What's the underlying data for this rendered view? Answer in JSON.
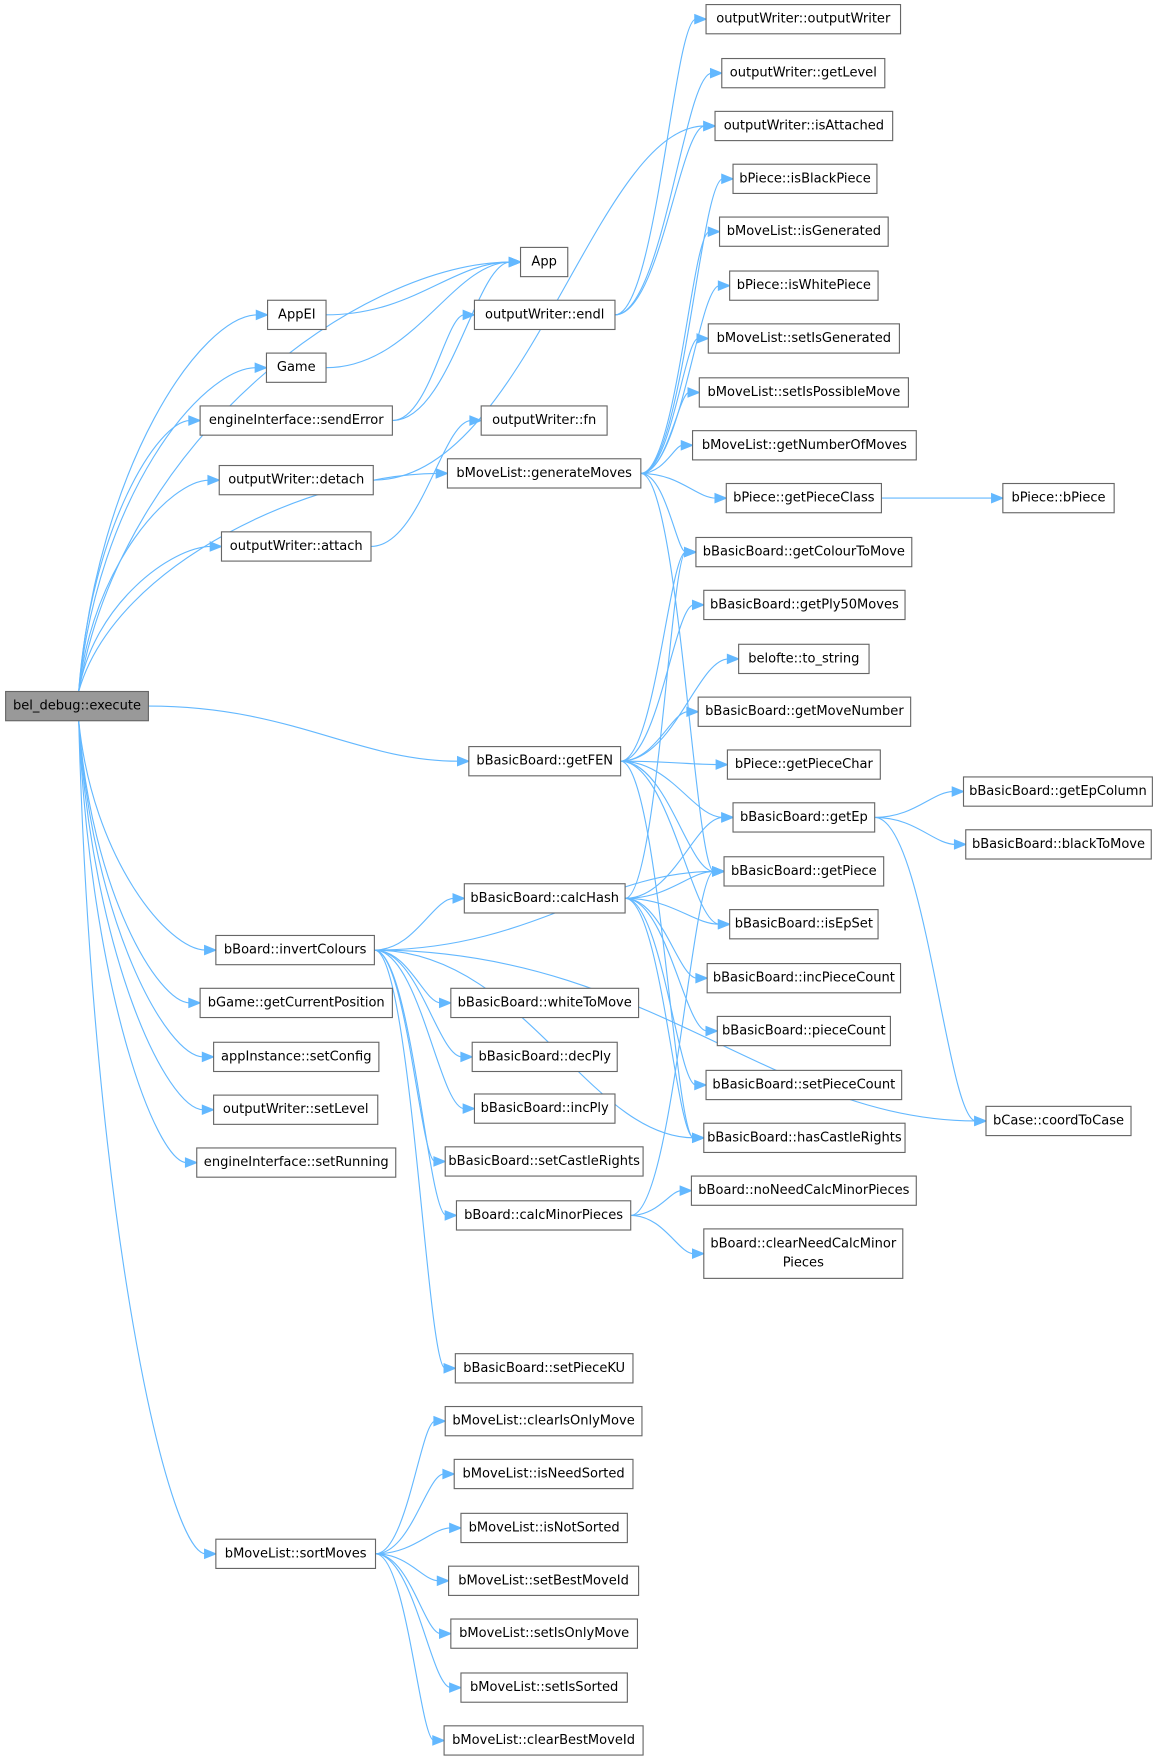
{
  "graph": {
    "root": "execute",
    "colors": {
      "edge": "#63b8ff",
      "root_fill": "#999999",
      "node_border": "#666666"
    },
    "nodes": {
      "execute": {
        "lines": [
          "bel_debug::execute"
        ]
      },
      "App": {
        "lines": [
          "App"
        ]
      },
      "AppEI": {
        "lines": [
          "AppEI"
        ]
      },
      "Game": {
        "lines": [
          "Game"
        ]
      },
      "sendError": {
        "lines": [
          "engineInterface::sendError"
        ]
      },
      "endl": {
        "lines": [
          "outputWriter::endl"
        ]
      },
      "fn": {
        "lines": [
          "outputWriter::fn"
        ]
      },
      "detach": {
        "lines": [
          "outputWriter::detach"
        ]
      },
      "attach": {
        "lines": [
          "outputWriter::attach"
        ]
      },
      "generateMoves": {
        "lines": [
          "bMoveList::generateMoves"
        ]
      },
      "outputWriter": {
        "lines": [
          "outputWriter::outputWriter"
        ]
      },
      "getLevel": {
        "lines": [
          "outputWriter::getLevel"
        ]
      },
      "isAttached": {
        "lines": [
          "outputWriter::isAttached"
        ]
      },
      "isBlackPiece": {
        "lines": [
          "bPiece::isBlackPiece"
        ]
      },
      "isGenerated": {
        "lines": [
          "bMoveList::isGenerated"
        ]
      },
      "isWhitePiece": {
        "lines": [
          "bPiece::isWhitePiece"
        ]
      },
      "setIsGenerated": {
        "lines": [
          "bMoveList::setIsGenerated"
        ]
      },
      "setIsPossibleMove": {
        "lines": [
          "bMoveList::setIsPossibleMove"
        ]
      },
      "getNumberOfMoves": {
        "lines": [
          "bMoveList::getNumberOfMoves"
        ]
      },
      "getPieceClass": {
        "lines": [
          "bPiece::getPieceClass"
        ]
      },
      "bPiece": {
        "lines": [
          "bPiece::bPiece"
        ]
      },
      "getColourToMove": {
        "lines": [
          "bBasicBoard::getColourToMove"
        ]
      },
      "getPly50Moves": {
        "lines": [
          "bBasicBoard::getPly50Moves"
        ]
      },
      "to_string": {
        "lines": [
          "belofte::to_string"
        ]
      },
      "getMoveNumber": {
        "lines": [
          "bBasicBoard::getMoveNumber"
        ]
      },
      "getPieceChar": {
        "lines": [
          "bPiece::getPieceChar"
        ]
      },
      "getFEN": {
        "lines": [
          "bBasicBoard::getFEN"
        ]
      },
      "getEp": {
        "lines": [
          "bBasicBoard::getEp"
        ]
      },
      "getEpColumn": {
        "lines": [
          "bBasicBoard::getEpColumn"
        ]
      },
      "blackToMove": {
        "lines": [
          "bBasicBoard::blackToMove"
        ]
      },
      "getPiece": {
        "lines": [
          "bBasicBoard::getPiece"
        ]
      },
      "calcHash": {
        "lines": [
          "bBasicBoard::calcHash"
        ]
      },
      "isEpSet": {
        "lines": [
          "bBasicBoard::isEpSet"
        ]
      },
      "invertColours": {
        "lines": [
          "bBoard::invertColours"
        ]
      },
      "incPieceCount": {
        "lines": [
          "bBasicBoard::incPieceCount"
        ]
      },
      "getCurrentPosition": {
        "lines": [
          "bGame::getCurrentPosition"
        ]
      },
      "whiteToMove": {
        "lines": [
          "bBasicBoard::whiteToMove"
        ]
      },
      "pieceCount": {
        "lines": [
          "bBasicBoard::pieceCount"
        ]
      },
      "setConfig": {
        "lines": [
          "appInstance::setConfig"
        ]
      },
      "decPly": {
        "lines": [
          "bBasicBoard::decPly"
        ]
      },
      "setPieceCount": {
        "lines": [
          "bBasicBoard::setPieceCount"
        ]
      },
      "setLevel": {
        "lines": [
          "outputWriter::setLevel"
        ]
      },
      "incPly": {
        "lines": [
          "bBasicBoard::incPly"
        ]
      },
      "coordToCase": {
        "lines": [
          "bCase::coordToCase"
        ]
      },
      "hasCastleRights": {
        "lines": [
          "bBasicBoard::hasCastleRights"
        ]
      },
      "setRunning": {
        "lines": [
          "engineInterface::setRunning"
        ]
      },
      "setCastleRights": {
        "lines": [
          "bBasicBoard::setCastleRights"
        ]
      },
      "noNeedCalcMinorPieces": {
        "lines": [
          "bBoard::noNeedCalcMinorPieces"
        ]
      },
      "calcMinorPieces": {
        "lines": [
          "bBoard::calcMinorPieces"
        ]
      },
      "clearNeedCalcMinorPieces": {
        "lines": [
          "bBoard::clearNeedCalcMinor",
          "Pieces"
        ]
      },
      "setPieceKU": {
        "lines": [
          "bBasicBoard::setPieceKU"
        ]
      },
      "clearIsOnlyMove": {
        "lines": [
          "bMoveList::clearIsOnlyMove"
        ]
      },
      "isNeedSorted": {
        "lines": [
          "bMoveList::isNeedSorted"
        ]
      },
      "isNotSorted": {
        "lines": [
          "bMoveList::isNotSorted"
        ]
      },
      "sortMoves": {
        "lines": [
          "bMoveList::sortMoves"
        ]
      },
      "setBestMoveId": {
        "lines": [
          "bMoveList::setBestMoveId"
        ]
      },
      "setIsOnlyMove": {
        "lines": [
          "bMoveList::setIsOnlyMove"
        ]
      },
      "setIsSorted": {
        "lines": [
          "bMoveList::setIsSorted"
        ]
      },
      "clearBestMoveId": {
        "lines": [
          "bMoveList::clearBestMoveId"
        ]
      }
    },
    "edges": [
      [
        "execute",
        "App"
      ],
      [
        "execute",
        "AppEI"
      ],
      [
        "execute",
        "Game"
      ],
      [
        "execute",
        "sendError"
      ],
      [
        "execute",
        "detach"
      ],
      [
        "execute",
        "attach"
      ],
      [
        "execute",
        "generateMoves"
      ],
      [
        "execute",
        "getFEN"
      ],
      [
        "execute",
        "invertColours"
      ],
      [
        "execute",
        "getCurrentPosition"
      ],
      [
        "execute",
        "setConfig"
      ],
      [
        "execute",
        "setLevel"
      ],
      [
        "execute",
        "setRunning"
      ],
      [
        "execute",
        "sortMoves"
      ],
      [
        "AppEI",
        "App"
      ],
      [
        "Game",
        "App"
      ],
      [
        "sendError",
        "App"
      ],
      [
        "sendError",
        "endl"
      ],
      [
        "detach",
        "isAttached"
      ],
      [
        "attach",
        "fn"
      ],
      [
        "endl",
        "outputWriter"
      ],
      [
        "endl",
        "getLevel"
      ],
      [
        "endl",
        "isAttached"
      ],
      [
        "generateMoves",
        "isBlackPiece"
      ],
      [
        "generateMoves",
        "isGenerated"
      ],
      [
        "generateMoves",
        "isWhitePiece"
      ],
      [
        "generateMoves",
        "setIsGenerated"
      ],
      [
        "generateMoves",
        "setIsPossibleMove"
      ],
      [
        "generateMoves",
        "getNumberOfMoves"
      ],
      [
        "generateMoves",
        "getPieceClass"
      ],
      [
        "generateMoves",
        "getColourToMove"
      ],
      [
        "generateMoves",
        "getPiece"
      ],
      [
        "getPieceClass",
        "bPiece"
      ],
      [
        "getFEN",
        "getColourToMove"
      ],
      [
        "getFEN",
        "getPly50Moves"
      ],
      [
        "getFEN",
        "to_string"
      ],
      [
        "getFEN",
        "getMoveNumber"
      ],
      [
        "getFEN",
        "getPieceChar"
      ],
      [
        "getFEN",
        "getEp"
      ],
      [
        "getFEN",
        "getPiece"
      ],
      [
        "getFEN",
        "isEpSet"
      ],
      [
        "getFEN",
        "hasCastleRights"
      ],
      [
        "getEp",
        "getEpColumn"
      ],
      [
        "getEp",
        "blackToMove"
      ],
      [
        "getEp",
        "coordToCase"
      ],
      [
        "calcHash",
        "getColourToMove"
      ],
      [
        "calcHash",
        "getEp"
      ],
      [
        "calcHash",
        "getPiece"
      ],
      [
        "calcHash",
        "isEpSet"
      ],
      [
        "calcHash",
        "incPieceCount"
      ],
      [
        "calcHash",
        "pieceCount"
      ],
      [
        "calcHash",
        "setPieceCount"
      ],
      [
        "calcHash",
        "hasCastleRights"
      ],
      [
        "invertColours",
        "calcHash"
      ],
      [
        "invertColours",
        "getPiece"
      ],
      [
        "invertColours",
        "whiteToMove"
      ],
      [
        "invertColours",
        "decPly"
      ],
      [
        "invertColours",
        "incPly"
      ],
      [
        "invertColours",
        "setCastleRights"
      ],
      [
        "invertColours",
        "calcMinorPieces"
      ],
      [
        "invertColours",
        "setPieceKU"
      ],
      [
        "invertColours",
        "coordToCase"
      ],
      [
        "invertColours",
        "hasCastleRights"
      ],
      [
        "calcMinorPieces",
        "noNeedCalcMinorPieces"
      ],
      [
        "calcMinorPieces",
        "clearNeedCalcMinorPieces"
      ],
      [
        "calcMinorPieces",
        "getPiece"
      ],
      [
        "sortMoves",
        "clearIsOnlyMove"
      ],
      [
        "sortMoves",
        "isNeedSorted"
      ],
      [
        "sortMoves",
        "isNotSorted"
      ],
      [
        "sortMoves",
        "setBestMoveId"
      ],
      [
        "sortMoves",
        "setIsOnlyMove"
      ],
      [
        "sortMoves",
        "setIsSorted"
      ],
      [
        "sortMoves",
        "clearBestMoveId"
      ]
    ]
  }
}
